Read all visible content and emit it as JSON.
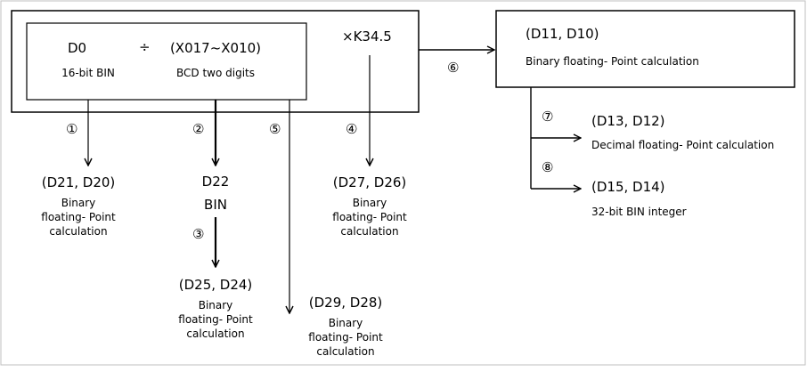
{
  "formula": {
    "dividend": "D0",
    "dividend_type": "16-bit BIN",
    "operator_div": "÷",
    "divisor": "(X017~X010)",
    "divisor_type": "BCD two digits",
    "multiplier": "×K34.5"
  },
  "result": {
    "regs": "(D11, D10)",
    "desc": "Binary floating- Point calculation"
  },
  "steps": {
    "s1": "①",
    "s2": "②",
    "s3": "③",
    "s4": "④",
    "s5": "⑤",
    "s6": "⑥",
    "s7": "⑦",
    "s8": "⑧"
  },
  "outputs": {
    "d21": {
      "regs": "(D21, D20)",
      "l1": "Binary",
      "l2": "floating- Point",
      "l3": "calculation"
    },
    "d22": {
      "reg": "D22",
      "type": "BIN"
    },
    "d25": {
      "regs": "(D25, D24)",
      "l1": "Binary",
      "l2": "floating- Point",
      "l3": "calculation"
    },
    "d27": {
      "regs": "(D27, D26)",
      "l1": "Binary",
      "l2": "floating- Point",
      "l3": "calculation"
    },
    "d29": {
      "regs": "(D29, D28)",
      "l1": "Binary",
      "l2": "floating- Point",
      "l3": "calculation"
    },
    "d13": {
      "regs": "(D13, D12)",
      "desc": "Decimal floating- Point calculation"
    },
    "d15": {
      "regs": "(D15, D14)",
      "desc": "32-bit BIN integer"
    }
  }
}
